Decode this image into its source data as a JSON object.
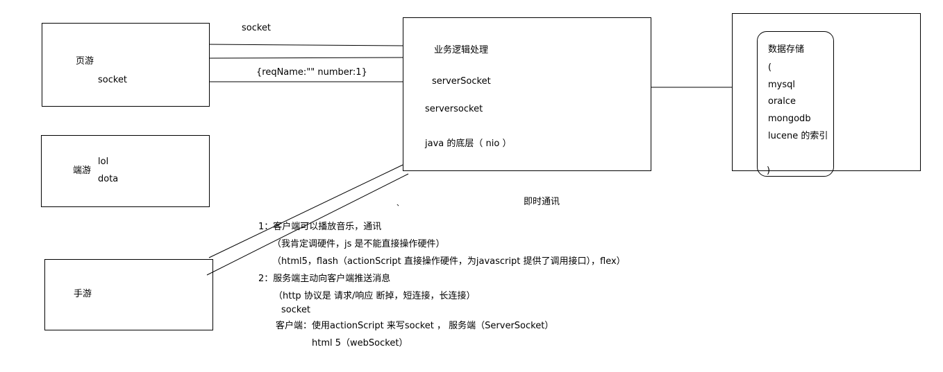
{
  "boxes": {
    "web_game": {
      "title": "页游",
      "protocol": "socket"
    },
    "pc_game": {
      "title": "端游",
      "examples": [
        "lol",
        "dota"
      ]
    },
    "mobile_game": {
      "title": "手游"
    },
    "server": {
      "business": "业务逻辑处理",
      "server_socket_1": "serverSocket",
      "server_socket_2": "serversocket",
      "java_bottom": "java 的底层（ nio ）"
    },
    "storage": {
      "title": "数据存储",
      "open_paren": "(",
      "items": [
        "mysql",
        "oralce",
        "mongodb",
        "lucene 的索引"
      ],
      "close_paren": ")"
    }
  },
  "connections": {
    "socket_label": "socket",
    "request_label": "{reqName:\"\" number:1}"
  },
  "notes": {
    "title": "即时通讯",
    "lines": [
      "1：客户端可以播放音乐，通讯",
      "（我肯定调硬件，js 是不能直接操作硬件）",
      "（html5，flash（actionScript  直接操作硬件，为javascript 提供了调用接口），flex）",
      "2：服务端主动向客户端推送消息",
      "（http 协议是 请求/响应 断掉，短连接，长连接）",
      "socket",
      "客户端：使用actionScript 来写socket   ，   服务端（ServerSocket）",
      "html 5（webSocket）"
    ],
    "stray_mark": "、"
  }
}
